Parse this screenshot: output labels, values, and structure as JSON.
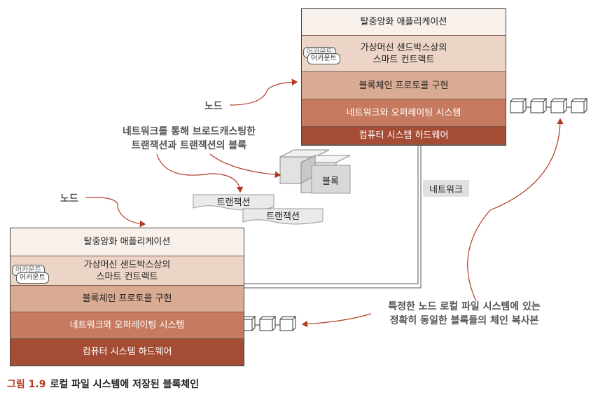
{
  "node_stack_layers": [
    "탈중앙화 애플리케이션",
    "가상머신 샌드박스상의\n스마트 컨트랙트",
    "블록체인 프로토콜 구현",
    "네트워크와 오퍼레이팅 시스템",
    "컴퓨터 시스템 하드웨어"
  ],
  "account_label": "어카운트",
  "node_label": "노드",
  "broadcast_note": "네트워크를 통해 브로드캐스팅한\n트랜잭션과 트랜잭션의 블록",
  "transaction_label": "트랜잭션",
  "block_label": "블록",
  "network_label": "네트워크",
  "replica_note": "특정한 노드 로컬 파일 시스템에 있는\n정확히 동일한 블록들의 체인 복사본",
  "caption": {
    "figure_number": "그림 1.9",
    "text": "로컬 파일 시스템에 저장된 블록체인"
  },
  "colors": {
    "arrow": "#b03a24",
    "layer_top": "#f8f0ea",
    "layer_bottom": "#a54c35"
  }
}
